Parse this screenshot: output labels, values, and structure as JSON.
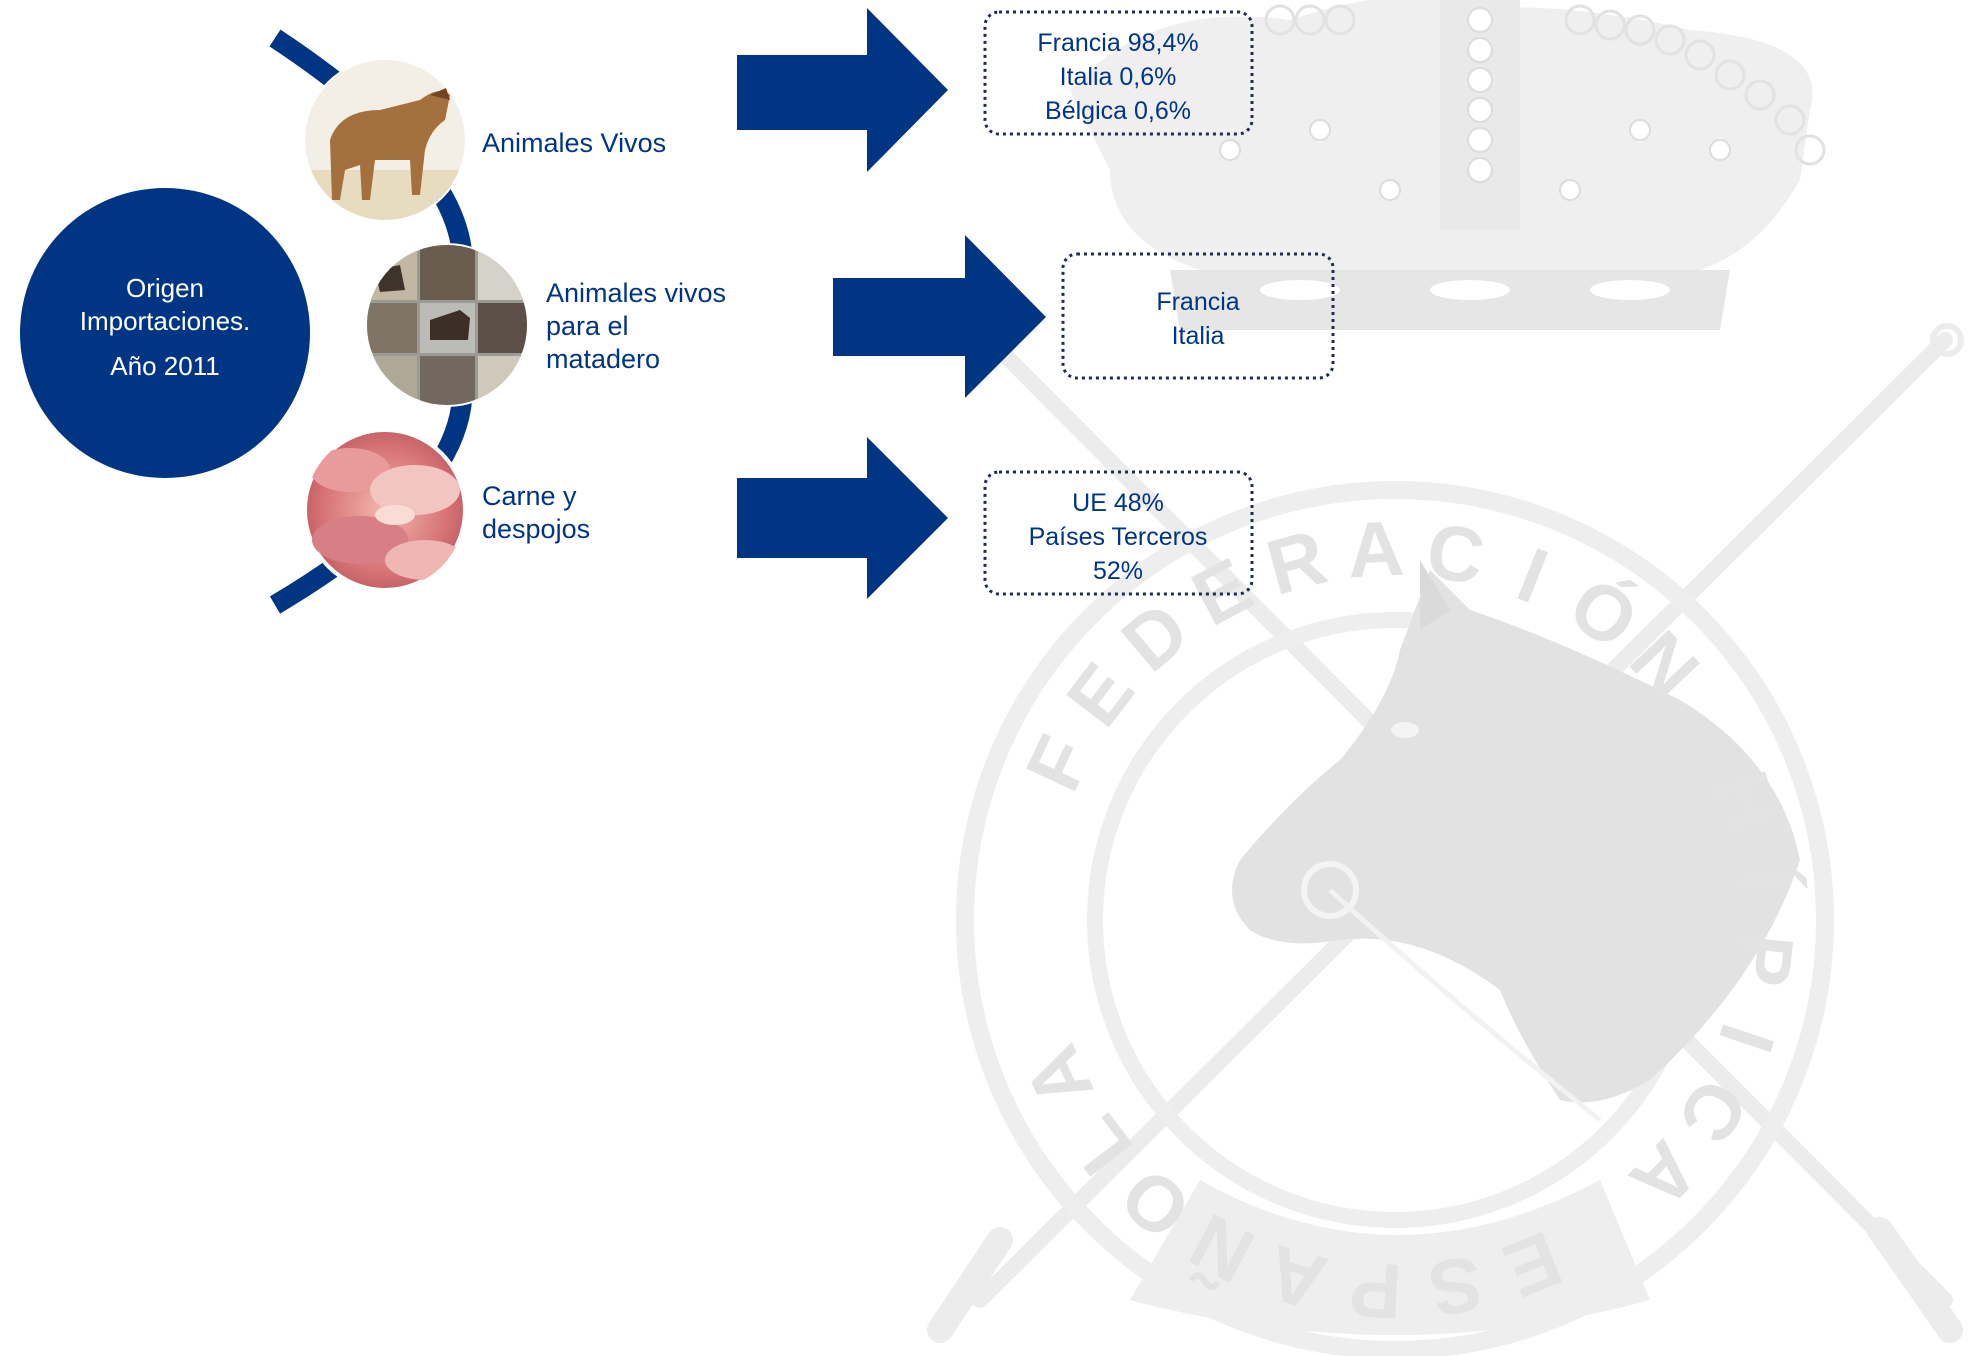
{
  "colors": {
    "primary": "#003584",
    "seal_gray": "#e6e6e6",
    "seal_light": "#efefef",
    "seal_letters": "#e3e3e3"
  },
  "center": {
    "line1": "Origen",
    "line2": "Importaciones.",
    "line3": "Año 2011"
  },
  "categories": [
    {
      "label_lines": [
        "Animales Vivos"
      ],
      "image_icon": "horse-photo-icon",
      "destinations": [
        "Francia 98,4%",
        "Italia 0,6%",
        "Bélgica 0,6%"
      ]
    },
    {
      "label_lines": [
        "Animales vivos",
        "para el",
        "matadero"
      ],
      "image_icon": "horse-collage-icon",
      "destinations": [
        "Francia",
        "Italia"
      ]
    },
    {
      "label_lines": [
        "Carne y",
        "despojos"
      ],
      "image_icon": "meat-photo-icon",
      "destinations": [
        "UE 48%",
        "Países Terceros",
        "52%"
      ]
    }
  ],
  "watermark": {
    "letters": [
      "F",
      "E",
      "D",
      "E",
      "R",
      "A",
      "C",
      "I",
      "Ó",
      "N",
      " ",
      "H",
      "Í",
      "P",
      "I",
      "C",
      "A",
      " ",
      "E",
      "S",
      "P",
      "A",
      "Ñ",
      "O",
      "L",
      "A"
    ],
    "icon": "federacion-hipica-seal-icon"
  }
}
